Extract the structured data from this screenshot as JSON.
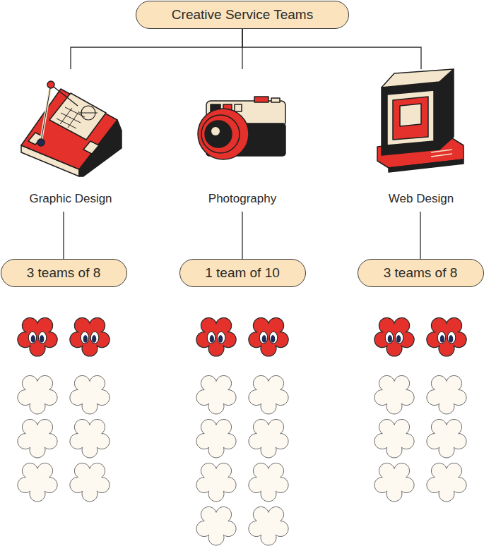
{
  "diagram": {
    "nodes": [
      {
        "text": [
          "Creative Service Teams"
        ]
      },
      {
        "text": [
          "Graphic Design"
        ]
      },
      {
        "text": [
          "Photography"
        ]
      },
      {
        "text": [
          "Web Design"
        ]
      },
      {
        "text": [
          "3 teams of 8"
        ]
      },
      {
        "text": [
          "1 team of 10"
        ]
      },
      {
        "text": [
          "3 teams of 8"
        ]
      }
    ],
    "edges": [
      {
        "from": 0,
        "to": 1,
        "arrow": "none"
      },
      {
        "from": 0,
        "to": 2,
        "arrow": "none"
      },
      {
        "from": 0,
        "to": 3,
        "arrow": "none"
      },
      {
        "from": 1,
        "to": 4,
        "arrow": "none"
      },
      {
        "from": 2,
        "to": 5,
        "arrow": "none"
      },
      {
        "from": 3,
        "to": 6,
        "arrow": "none"
      }
    ]
  }
}
